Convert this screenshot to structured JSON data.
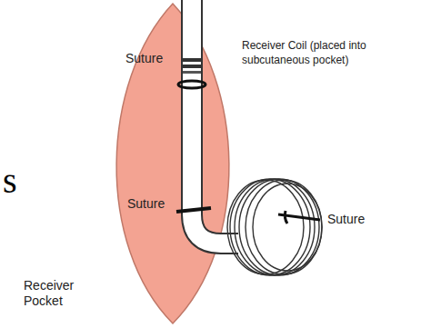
{
  "diagram": {
    "labels": [
      "s",
      "Suture",
      "Receiver Coil (placed into subcutaneous pocket)",
      "Suture",
      "Suture",
      "Receiver Pocket"
    ]
  }
}
